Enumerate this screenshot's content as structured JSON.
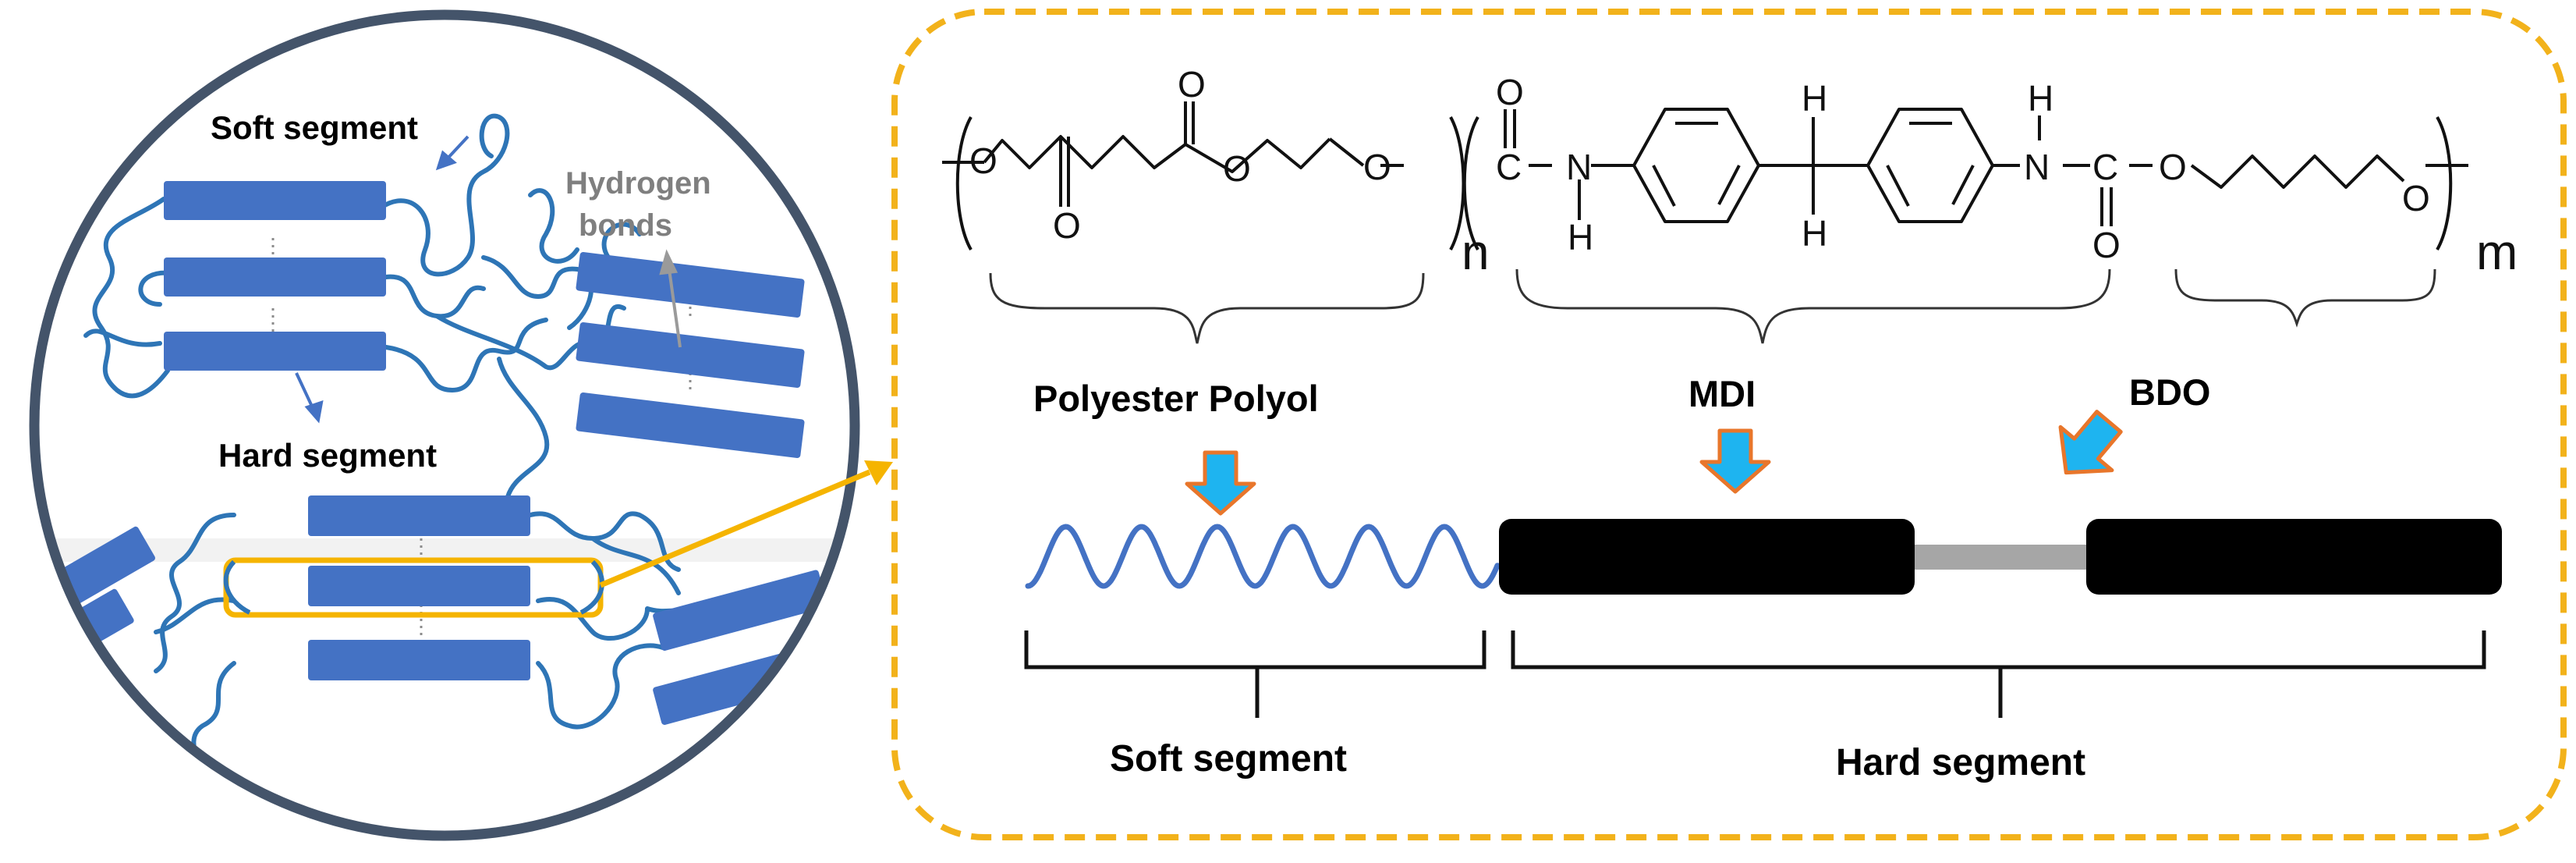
{
  "colors": {
    "segment_blue": "#4472C4",
    "chain_blue": "#2E75B6",
    "dashed_border": "#F2B21B",
    "highlight": "#F5B400",
    "circle_border": "#44546A",
    "arrow_fill": "#1EB4F0",
    "arrow_stroke": "#E8762B",
    "hard_block": "#000000",
    "linker_gray": "#A6A6A6",
    "hbond_label_gray": "#7F7F7F"
  },
  "left_panel": {
    "soft_segment_label": "Soft segment",
    "hydrogen_bonds_line1": "Hydrogen",
    "hydrogen_bonds_line2": "bonds",
    "hard_segment_label": "Hard segment"
  },
  "chemical_structure": {
    "atoms": {
      "o_ester_1": "O",
      "o_carbonyl_1": "O",
      "o_carbonyl_2": "O",
      "o_ester_2": "O",
      "o_end_1": "O",
      "o_urethane_1": "O",
      "c_urethane_1": "C",
      "n_1": "N",
      "h_n1": "H",
      "h_ch2_top": "H",
      "h_ch2_bottom": "H",
      "h_n2": "H",
      "n_2": "N",
      "c_urethane_2": "C",
      "o_urethane_2": "O",
      "o_ether": "O",
      "o_end_2": "O"
    },
    "subscript_n": "n",
    "subscript_m": "m"
  },
  "components": {
    "polyester_polyol": "Polyester Polyol",
    "mdi": "MDI",
    "bdo": "BDO"
  },
  "bottom_labels": {
    "soft_segment": "Soft segment",
    "hard_segment": "Hard segment"
  }
}
